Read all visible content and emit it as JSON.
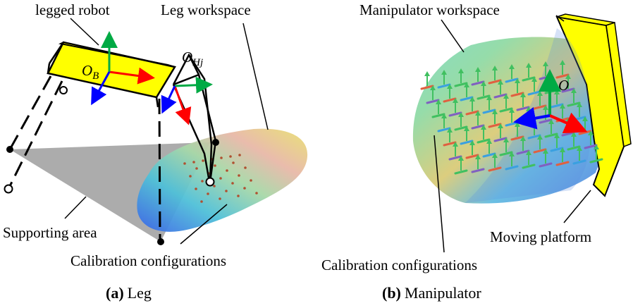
{
  "panel_a": {
    "label_robot": "legged robot",
    "label_leg_workspace": "Leg workspace",
    "label_body_frame": "O",
    "label_body_frame_sub": "B",
    "label_hip_frame": "O",
    "label_hip_frame_sub": "Hj",
    "label_supporting_area": "Supporting area",
    "label_calibration": "Calibration configurations",
    "caption_tag": "(a)",
    "caption_text": "Leg"
  },
  "panel_b": {
    "label_workspace": "Manipulator workspace",
    "label_origin": "O",
    "label_platform": "Moving platform",
    "label_calibration": "Calibration configurations",
    "caption_tag": "(b)",
    "caption_text": "Manipulator"
  },
  "colors": {
    "robot_body": "#ffff00",
    "axis_x": "#ff0000",
    "axis_y": "#00aa44",
    "axis_z": "#0000ff",
    "support_area": "#a0a0a0",
    "calib_points": "#b05030"
  }
}
